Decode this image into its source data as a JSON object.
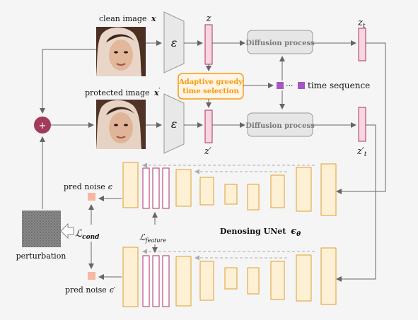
{
  "inputs": {
    "clean_label": "clean image",
    "clean_symbol": "x",
    "protected_label": "protected  image",
    "protected_symbol": "x",
    "protected_prime": "′"
  },
  "encoder": {
    "symbol": "ε"
  },
  "latents": {
    "z": "z",
    "z_prime": "z′",
    "z_t": "z",
    "z_t_sub": "t",
    "z_t_prime": "z′",
    "z_t_prime_sub": "t"
  },
  "diffusion": {
    "top_label": "Diffusion process",
    "bottom_label": "Diffusion process"
  },
  "time_selection": {
    "line1": "Adaptive greedy",
    "line2": "time selection",
    "color": "#f39c12"
  },
  "time_sequence": {
    "dots": "···",
    "label": "time sequence",
    "color": "#a855c7"
  },
  "adder": {
    "symbol": "+",
    "color": "#a23a5a"
  },
  "perturbation": {
    "label": "perturbation"
  },
  "noise": {
    "top_label": "pred noise",
    "top_symbol": "ϵ",
    "bottom_label": "pred noise",
    "bottom_symbol": "ϵ′",
    "color": "#f5b8a0"
  },
  "losses": {
    "cond": "ℒ",
    "cond_sub": "cond",
    "feature": "ℒ",
    "feature_sub": "feature"
  },
  "unet": {
    "label": "Denosing UNet",
    "symbol": "ϵ",
    "symbol_sub": "θ",
    "block_fill": "#fdf0d5",
    "block_stroke": "#e0a030",
    "feature_stroke": "#b0306a"
  }
}
